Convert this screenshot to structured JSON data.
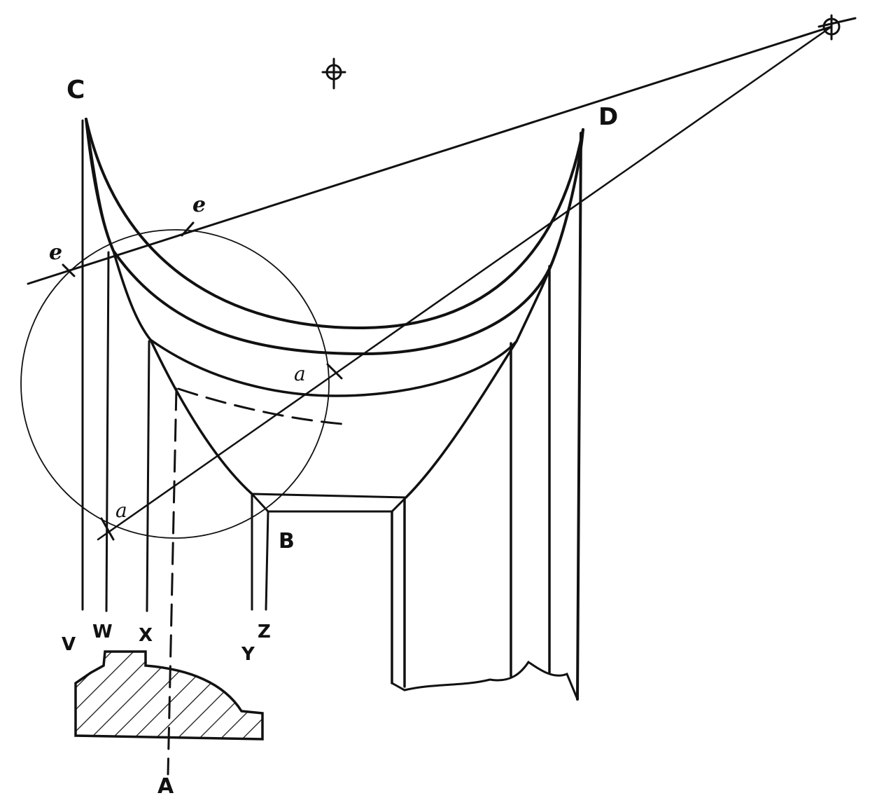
{
  "diagram": {
    "labels": {
      "C": "C",
      "D": "D",
      "e1": "e",
      "e2": "e",
      "a1": "a",
      "a2": "a",
      "B": "B",
      "V": "V",
      "W": "W",
      "X": "X",
      "Y": "Y",
      "Z": "Z",
      "A": "A"
    },
    "ink_color": "#111111"
  }
}
